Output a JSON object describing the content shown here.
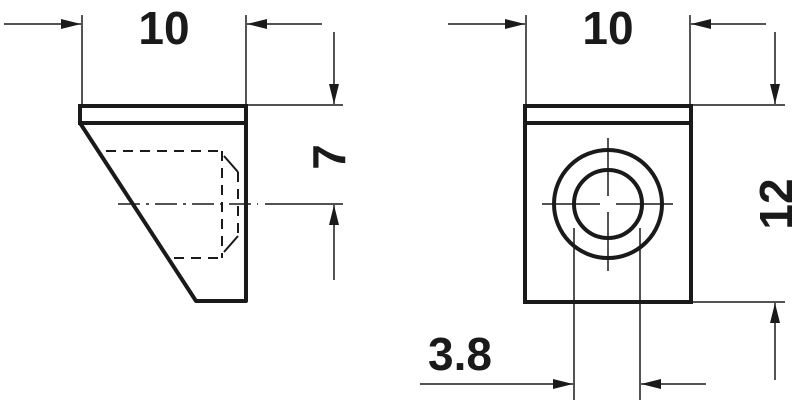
{
  "diagram": {
    "type": "technical-dimension-drawing",
    "colors": {
      "line": "#1a1a1a",
      "background": "#ffffff"
    },
    "side_view": {
      "width_dimension": "10",
      "height_dimension": "7"
    },
    "front_view": {
      "width_dimension": "10",
      "height_dimension": "12",
      "hole_dimension": "3.8"
    }
  }
}
